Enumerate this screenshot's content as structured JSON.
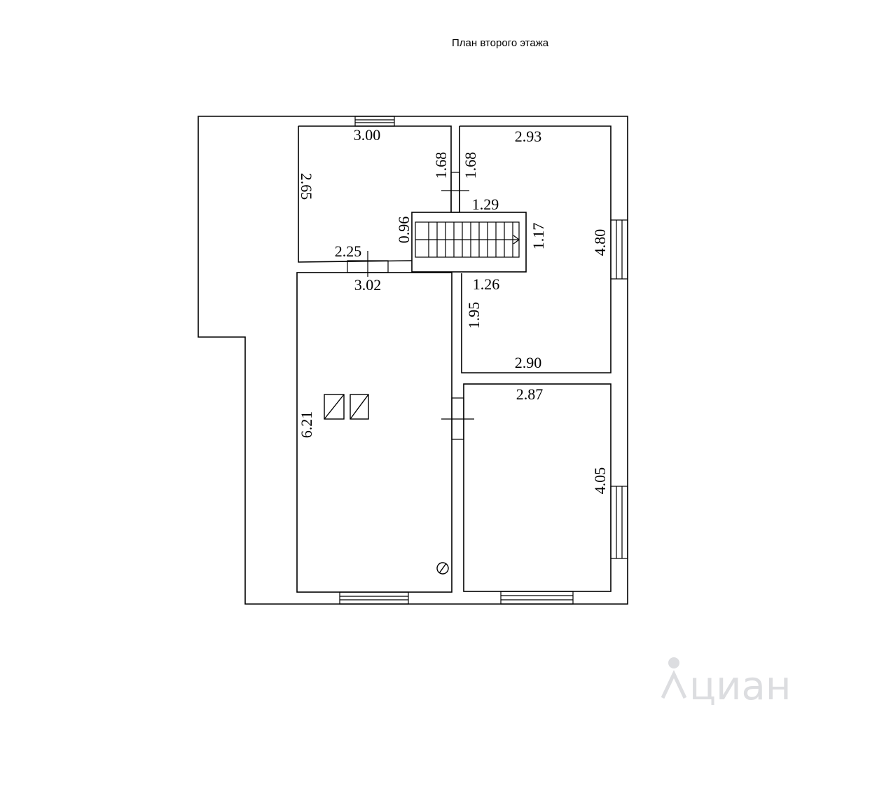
{
  "title": "План второго этажа",
  "dimensions": {
    "room_top_left_width": "3.00",
    "room_top_left_height": "2.65",
    "room_top_left_bottom": "2.25",
    "door_top_left": "1.68",
    "door_top_right": "1.68",
    "room_top_right_width": "2.93",
    "stair_top": "1.29",
    "stair_left": "0.96",
    "stair_right": "1.17",
    "room_right_height": "4.80",
    "living_width": "3.02",
    "corridor_width": "1.26",
    "corridor_height": "1.95",
    "corridor_bottom": "2.90",
    "living_height": "6.21",
    "room_bottom_right_width": "2.87",
    "room_bottom_right_height": "4.05"
  },
  "watermark": "циан"
}
